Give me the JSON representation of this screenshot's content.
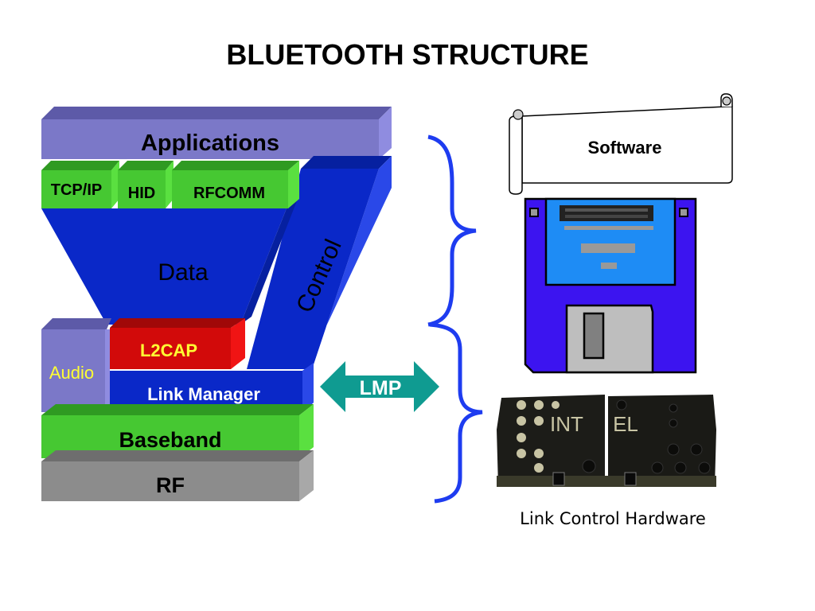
{
  "title": "BLUETOOTH STRUCTURE",
  "stack": {
    "applications": "Applications",
    "tcpip": "TCP/IP",
    "hid": "HID",
    "rfcomm": "RFCOMM",
    "data": "Data",
    "control": "Control",
    "audio": "Audio",
    "l2cap": "L2CAP",
    "link_manager": "Link Manager",
    "baseband": "Baseband",
    "rf": "RF"
  },
  "lmp_label": "LMP",
  "software_label": "Software",
  "hardware_caption": "Link Control Hardware",
  "chip": {
    "brand_left": "INT",
    "brand_right": "EL"
  },
  "colors": {
    "applications": "#7b78c8",
    "green": "#46c832",
    "blue": "#0a28c8",
    "red": "#d20a0a",
    "gray": "#8c8c8c",
    "teal": "#0f9b91",
    "brace": "#1e3cf0",
    "floppy": "#3c14f0"
  }
}
